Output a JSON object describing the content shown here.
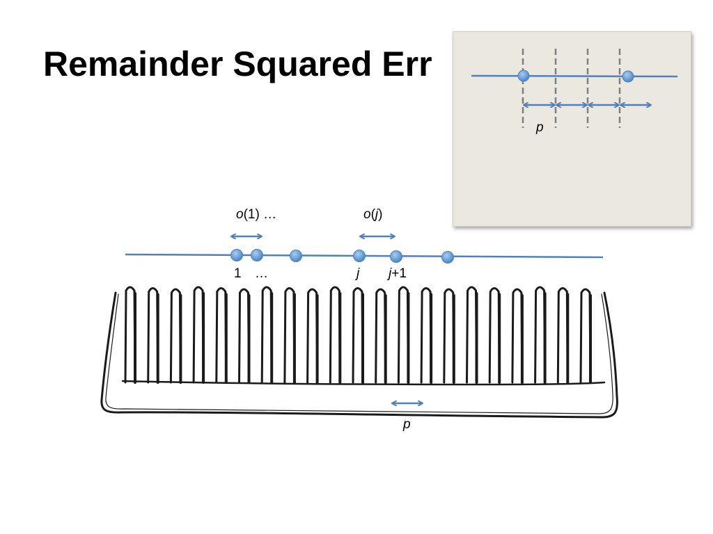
{
  "slide": {
    "title": "Remainder Squared Err"
  },
  "inset": {
    "period_label": "p"
  },
  "timeline": {
    "offset_label_first_var": "o",
    "offset_label_first_arg": "(1) …",
    "offset_label_j_var": "o",
    "offset_label_j_open": "(",
    "offset_label_j_arg": "j",
    "offset_label_j_close": ")",
    "point_label_1": "1",
    "point_label_ellipsis": "…",
    "point_label_j": "j",
    "point_label_j1_var": "j",
    "point_label_j1_suffix": "+1"
  },
  "comb": {
    "period_label": "p"
  },
  "colors": {
    "line": "#4f81bd",
    "point_fill": "#5b9bd5",
    "dashed": "#7f7f7f",
    "panel_bg": "#ebe8e0"
  },
  "icons": {
    "comb": "comb-sketch-icon"
  }
}
